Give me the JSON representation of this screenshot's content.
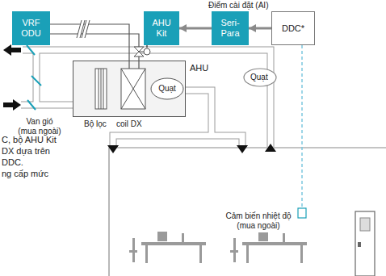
{
  "diagram": {
    "nodes": [
      {
        "text": [
          "VRF ODU"
        ]
      },
      {
        "text": [
          "AHU Kit"
        ]
      },
      {
        "text": [
          "Seri- Para"
        ]
      },
      {
        "text": [
          "DDC*"
        ]
      },
      {
        "text": [
          "AHU"
        ]
      },
      {
        "text": [
          "Quạt"
        ],
        "in": 4
      }
    ],
    "edges": [
      {
        "from": 3,
        "to": 2,
        "arrow": "to"
      },
      {
        "from": 2,
        "to": 1,
        "arrow": "to"
      },
      {
        "from": 0,
        "to": 4,
        "arrow": "none"
      }
    ],
    "labels": [
      "Điểm cài đặt (AI)",
      "Quạt",
      "Bộ lọc",
      "coil DX",
      "Van gió (mua ngoài)",
      "Cảm biến nhiệt độ (mua ngoài)",
      "C, bộ AHU Kit",
      "DX dựa trên",
      "DDC.",
      "ng cấp mức"
    ]
  }
}
